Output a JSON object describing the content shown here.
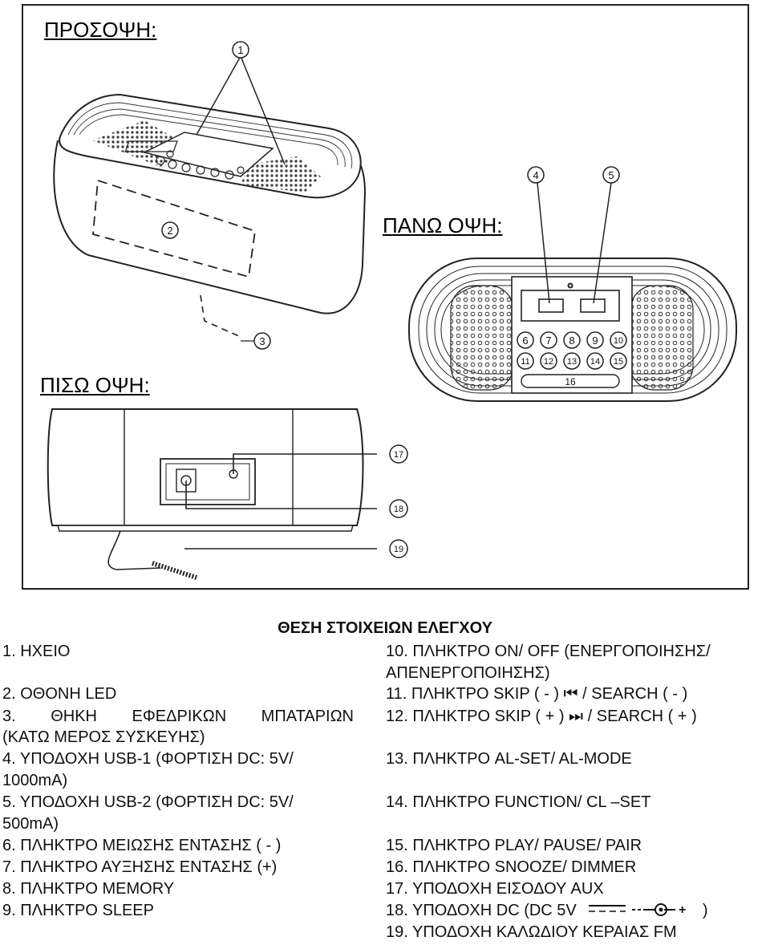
{
  "sections": {
    "front": "ΠΡΟΣΟΨΗ:",
    "top": "ΠΑΝΩ ΟΨΗ:",
    "back": "ΠΙΣΩ ΟΨΗ:"
  },
  "callouts": [
    "1",
    "2",
    "3",
    "4",
    "5",
    "6",
    "7",
    "8",
    "9",
    "10",
    "11",
    "12",
    "13",
    "14",
    "15",
    "16",
    "17",
    "18",
    "19"
  ],
  "legend_title": "ΘΕΣΗ ΣΤΟΙΧΕΙΩΝ ΕΛΕΓΧΟΥ",
  "left_items": [
    "1. ΗΧΕΙΟ",
    "2. ΟΘΟΝΗ LED",
    "3. ΘΗΚΗ ΕΦΕΔΡΙΚΩΝ ΜΠΑΤΑΡΙΩΝ",
    "(ΚΑΤΩ ΜΕΡΟΣ ΣΥΣΚΕΥΗΣ)",
    "4. ΥΠΟΔΟΧΗ USB-1 (ΦΟΡΤΙΣΗ DC: 5V/",
    "1000mA)",
    "5. ΥΠΟΔΟΧΗ USB-2 (ΦΟΡΤΙΣΗ DC: 5V/",
    "500mA)",
    "6. ΠΛΗΚΤΡΟ ΜΕΙΩΣΗΣ ΕΝΤΑΣΗΣ ( - )",
    "7. ΠΛΗΚΤΡΟ ΑΥΞΗΣΗΣ ΕΝΤΑΣΗΣ (+)",
    "8. ΠΛΗΚΤΡΟ MEMORY",
    "9. ΠΛΗΚΤΡΟ SLEEP"
  ],
  "right_items": [
    "10. ΠΛΗΚΤΡΟ ON/ OFF (ΕΝΕΡΓΟΠΟΙΗΣΗΣ/",
    "ΑΠΕΝΕΡΓΟΠΟΙΗΣΗΣ)",
    "11. ΠΛΗΚΤΡΟ SKIP ( - ) ⏮ / SEARCH ( - )",
    "12. ΠΛΗΚΤΡΟ SKIP ( + ) ⏭ / SEARCH ( + )",
    "13. ΠΛΗΚΤΡΟ AL-SET/ AL-MODE",
    "14. ΠΛΗΚΤΡΟ FUNCTION/ CL –SET",
    "15. ΠΛΗΚΤΡΟ PLAY/ PAUSE/ PAIR",
    "16. ΠΛΗΚΤΡΟ SNOOZE/ DIMMER",
    "17. ΥΠΟΔΟΧΗ ΕΙΣΟΔΟΥ AUX",
    "18. ΥΠΟΔΟΧΗ DC (DC 5V",
    ")",
    "19. ΥΠΟΔΟΧΗ ΚΑΛΩΔΙΟΥ ΚΕΡΑΙΑΣ FM"
  ]
}
